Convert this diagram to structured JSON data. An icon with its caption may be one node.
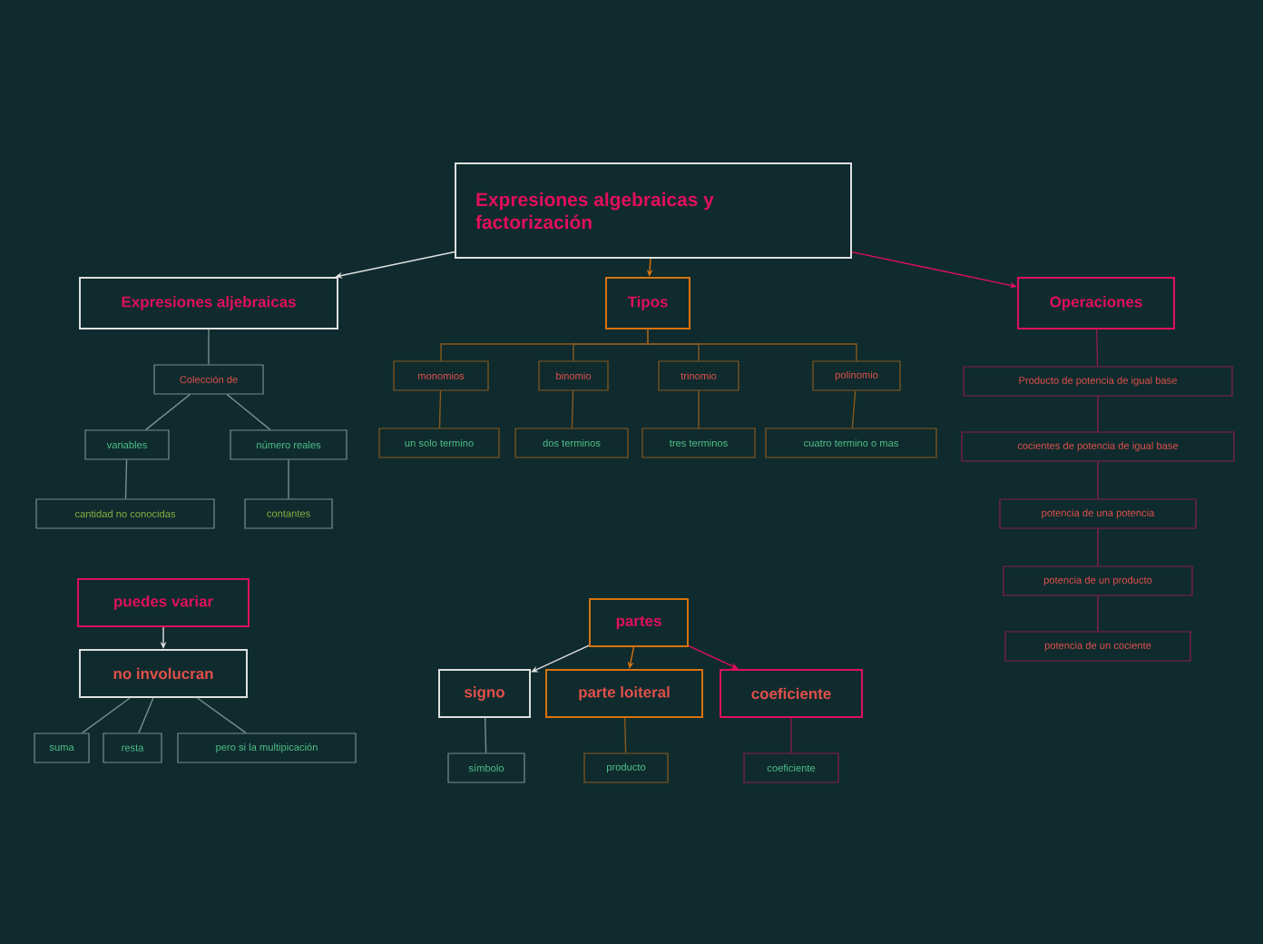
{
  "diagram": {
    "nodes": [
      {
        "text": [
          "Expresiones algebraicas y factorización"
        ]
      },
      {
        "text": [
          "Expresiones aljebraicas"
        ]
      },
      {
        "text": [
          "Tipos"
        ]
      },
      {
        "text": [
          "Operaciones"
        ]
      },
      {
        "text": [
          "Colección de"
        ]
      },
      {
        "text": [
          "variables"
        ]
      },
      {
        "text": [
          "número reales"
        ]
      },
      {
        "text": [
          "cantidad no conocidas"
        ]
      },
      {
        "text": [
          "contantes"
        ]
      },
      {
        "text": [
          "monomios"
        ]
      },
      {
        "text": [
          "binomio"
        ]
      },
      {
        "text": [
          "trinomio"
        ]
      },
      {
        "text": [
          "polinomio"
        ]
      },
      {
        "text": [
          "un solo termino"
        ]
      },
      {
        "text": [
          "dos terminos"
        ]
      },
      {
        "text": [
          "tres terminos"
        ]
      },
      {
        "text": [
          "cuatro termino o mas"
        ]
      },
      {
        "text": [
          "Producto de potencia de igual base"
        ]
      },
      {
        "text": [
          "cocientes de potencia de igual base"
        ]
      },
      {
        "text": [
          "potencia de una potencia"
        ]
      },
      {
        "text": [
          "potencia de un producto"
        ]
      },
      {
        "text": [
          "potencia de un cociente"
        ]
      },
      {
        "text": [
          "puedes variar"
        ]
      },
      {
        "text": [
          "no involucran"
        ]
      },
      {
        "text": [
          "suma"
        ]
      },
      {
        "text": [
          "resta"
        ]
      },
      {
        "text": [
          "pero si la multipicación"
        ]
      },
      {
        "text": [
          "partes"
        ]
      },
      {
        "text": [
          "signo"
        ]
      },
      {
        "text": [
          "parte loiteral"
        ]
      },
      {
        "text": [
          "coeficiente"
        ]
      },
      {
        "text": [
          "símbolo"
        ]
      },
      {
        "text": [
          "producto"
        ]
      },
      {
        "text": [
          "coeficiente"
        ]
      }
    ],
    "edges": [
      {
        "from": 0,
        "to": 1,
        "arrow": "to",
        "color": "#e0e0e0"
      },
      {
        "from": 0,
        "to": 2,
        "arrow": "to",
        "color": "#d9720f"
      },
      {
        "from": 0,
        "to": 3,
        "arrow": "to",
        "color": "#e0105a"
      },
      {
        "from": 1,
        "to": 4,
        "arrow": "none"
      },
      {
        "from": 4,
        "to": 5,
        "arrow": "none"
      },
      {
        "from": 4,
        "to": 6,
        "arrow": "none"
      },
      {
        "from": 5,
        "to": 7,
        "arrow": "none"
      },
      {
        "from": 6,
        "to": 8,
        "arrow": "none"
      },
      {
        "from": 2,
        "to": 9,
        "arrow": "none",
        "color": "#8a5a1e"
      },
      {
        "from": 2,
        "to": 10,
        "arrow": "none",
        "color": "#8a5a1e"
      },
      {
        "from": 2,
        "to": 11,
        "arrow": "none",
        "color": "#8a5a1e"
      },
      {
        "from": 2,
        "to": 12,
        "arrow": "none",
        "color": "#8a5a1e"
      },
      {
        "from": 9,
        "to": 13,
        "arrow": "none",
        "color": "#8a5a1e"
      },
      {
        "from": 10,
        "to": 14,
        "arrow": "none",
        "color": "#8a5a1e"
      },
      {
        "from": 11,
        "to": 15,
        "arrow": "none",
        "color": "#8a5a1e"
      },
      {
        "from": 12,
        "to": 16,
        "arrow": "none",
        "color": "#8a5a1e"
      },
      {
        "from": 3,
        "to": 17,
        "arrow": "none",
        "color": "#8a1e4a"
      },
      {
        "from": 17,
        "to": 18,
        "arrow": "none",
        "color": "#8a1e4a"
      },
      {
        "from": 18,
        "to": 19,
        "arrow": "none",
        "color": "#8a1e4a"
      },
      {
        "from": 19,
        "to": 20,
        "arrow": "none",
        "color": "#8a1e4a"
      },
      {
        "from": 20,
        "to": 21,
        "arrow": "none",
        "color": "#8a1e4a"
      },
      {
        "from": 22,
        "to": 23,
        "arrow": "to",
        "color": "#e0e0e0"
      },
      {
        "from": 23,
        "to": 24,
        "arrow": "none"
      },
      {
        "from": 23,
        "to": 25,
        "arrow": "none"
      },
      {
        "from": 23,
        "to": 26,
        "arrow": "none"
      },
      {
        "from": 27,
        "to": 28,
        "arrow": "to",
        "color": "#e0e0e0"
      },
      {
        "from": 27,
        "to": 29,
        "arrow": "to",
        "color": "#d9720f"
      },
      {
        "from": 27,
        "to": 30,
        "arrow": "to",
        "color": "#e0105a"
      },
      {
        "from": 28,
        "to": 31,
        "arrow": "none"
      },
      {
        "from": 29,
        "to": 32,
        "arrow": "none",
        "color": "#8a5a1e"
      },
      {
        "from": 30,
        "to": 33,
        "arrow": "none",
        "color": "#8a1e4a"
      }
    ]
  }
}
